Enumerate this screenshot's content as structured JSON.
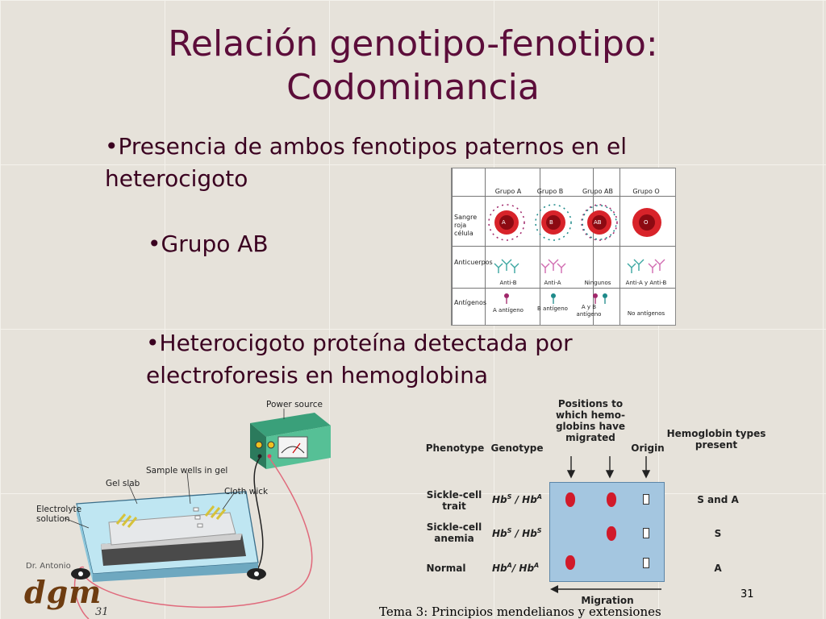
{
  "slide": {
    "title_line1": "Relación genotipo-fenotipo:",
    "title_line2": "Codominancia",
    "bullet1": "•Presencia de ambos fenotipos paternos en el heterocigoto",
    "bullet2": "•Grupo AB",
    "bullet3": "•Heterocigoto proteína detectada por electroforesis en hemoglobina",
    "footer": "Tema 3: Principios mendelianos y extensiones",
    "number": "31",
    "number_left": "31",
    "author": "Dr. Antonio",
    "logo": "dgm"
  },
  "blood_table": {
    "columns": [
      "Grupo A",
      "Grupo B",
      "Grupo AB",
      "Grupo O"
    ],
    "rows": [
      "Sangre roja célula",
      "Anticuerpos",
      "Antígenos"
    ],
    "cell_letters": [
      "A",
      "B",
      "AB",
      "O"
    ],
    "antibodies": [
      "Anti-B",
      "Anti-A",
      "Ningunos",
      "Anti-A y Anti-B"
    ],
    "antigens": [
      "A antígeno",
      "B antígeno",
      "A y B antígeno",
      "No antígenos"
    ],
    "colors": {
      "cell": "#d8232a",
      "antigen_a": "#a0266a",
      "antigen_b": "#1e8a8a",
      "antibody_a": "#d06ab0",
      "antibody_b": "#3aa6a0"
    }
  },
  "electrophoresis": {
    "power_source": "Power source",
    "sample_wells": "Sample wells in gel",
    "gel_slab": "Gel slab",
    "cloth_wick": "Cloth wick",
    "electrolyte": "Electrolyte solution",
    "headers": {
      "phenotype": "Phenotype",
      "genotype": "Genotype",
      "positions": "Positions to which hemo- globins have migrated",
      "origin": "Origin",
      "types": "Hemoglobin types present"
    },
    "rows": [
      {
        "phenotype": "Sickle-cell trait",
        "geno1": "Hb",
        "sup1": "S",
        "geno2": "Hb",
        "sup2": "A",
        "types": "S and A"
      },
      {
        "phenotype": "Sickle-cell anemia",
        "geno1": "Hb",
        "sup1": "S",
        "geno2": "Hb",
        "sup2": "S",
        "types": "S"
      },
      {
        "phenotype": "Normal",
        "geno1": "Hb",
        "sup1": "A",
        "geno2": "Hb",
        "sup2": "A",
        "types": "A"
      }
    ],
    "migration": "Migration"
  }
}
